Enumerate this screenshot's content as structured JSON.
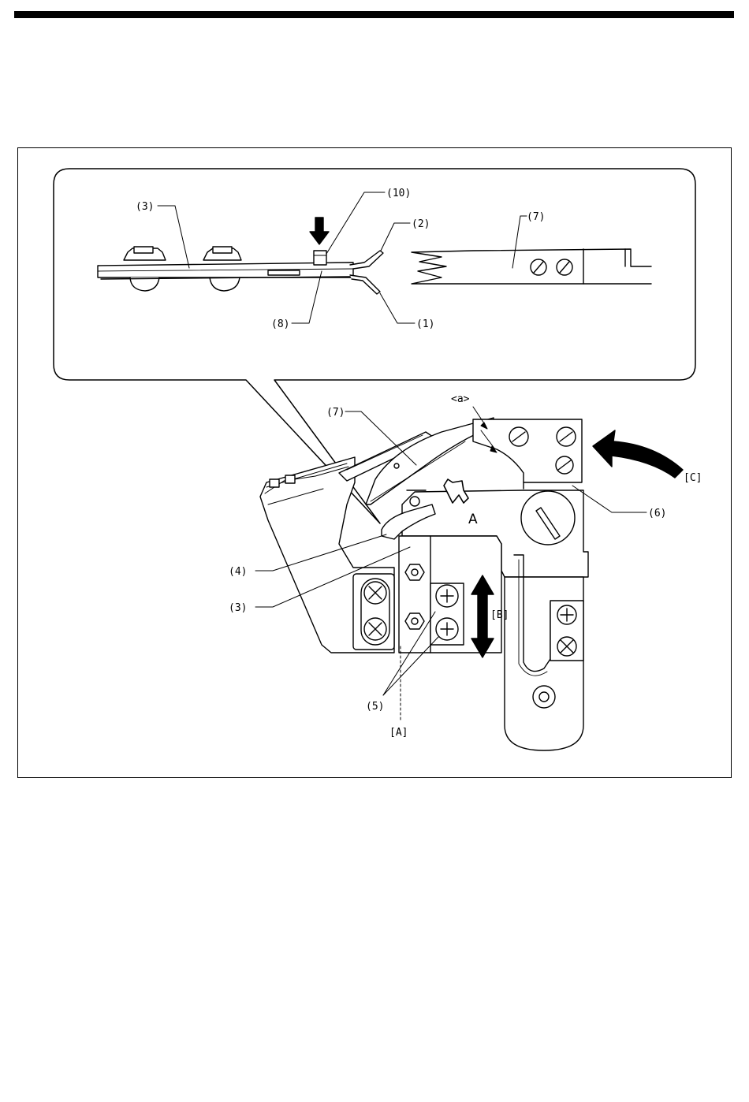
{
  "labels": {
    "detail_3": "(3)",
    "detail_10": "(10)",
    "detail_2": "(2)",
    "detail_7": "(7)",
    "detail_8": "(8)",
    "detail_1": "(1)",
    "main_7": "(7)",
    "main_a": "<a>",
    "main_C": "[C]",
    "main_6": "(6)",
    "main_A_view": "A",
    "main_4": "(4)",
    "main_3": "(3)",
    "main_B": "[B]",
    "main_5": "(5)",
    "main_A_ref": "[A]"
  }
}
